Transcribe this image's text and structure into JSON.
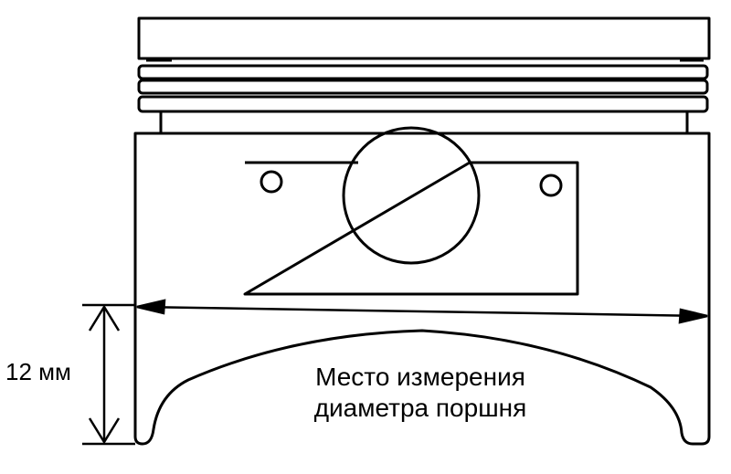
{
  "colors": {
    "ink": "#000000",
    "paper": "#ffffff"
  },
  "labels": {
    "dimension": "12 мм",
    "measure_line1": "Место измерения",
    "measure_line2": "диаметра поршня"
  }
}
